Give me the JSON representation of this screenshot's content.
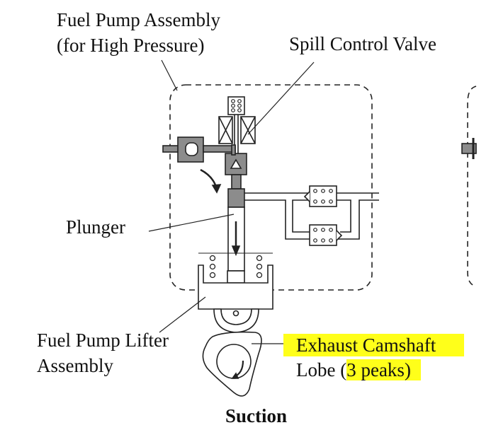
{
  "labels": {
    "pump_assembly_line1": "Fuel Pump Assembly",
    "pump_assembly_line2": "(for High Pressure)",
    "spill_valve": "Spill Control Valve",
    "plunger": "Plunger",
    "lifter_line1": "Fuel Pump Lifter",
    "lifter_line2": "Assembly",
    "camshaft_line1": "Exhaust Camshaft",
    "camshaft_line2_a": "Lobe (",
    "camshaft_line2_b": "3 peaks)"
  },
  "caption": "Suction",
  "colors": {
    "highlight": "#ffff1a",
    "fuel": "#8c8c8c"
  }
}
